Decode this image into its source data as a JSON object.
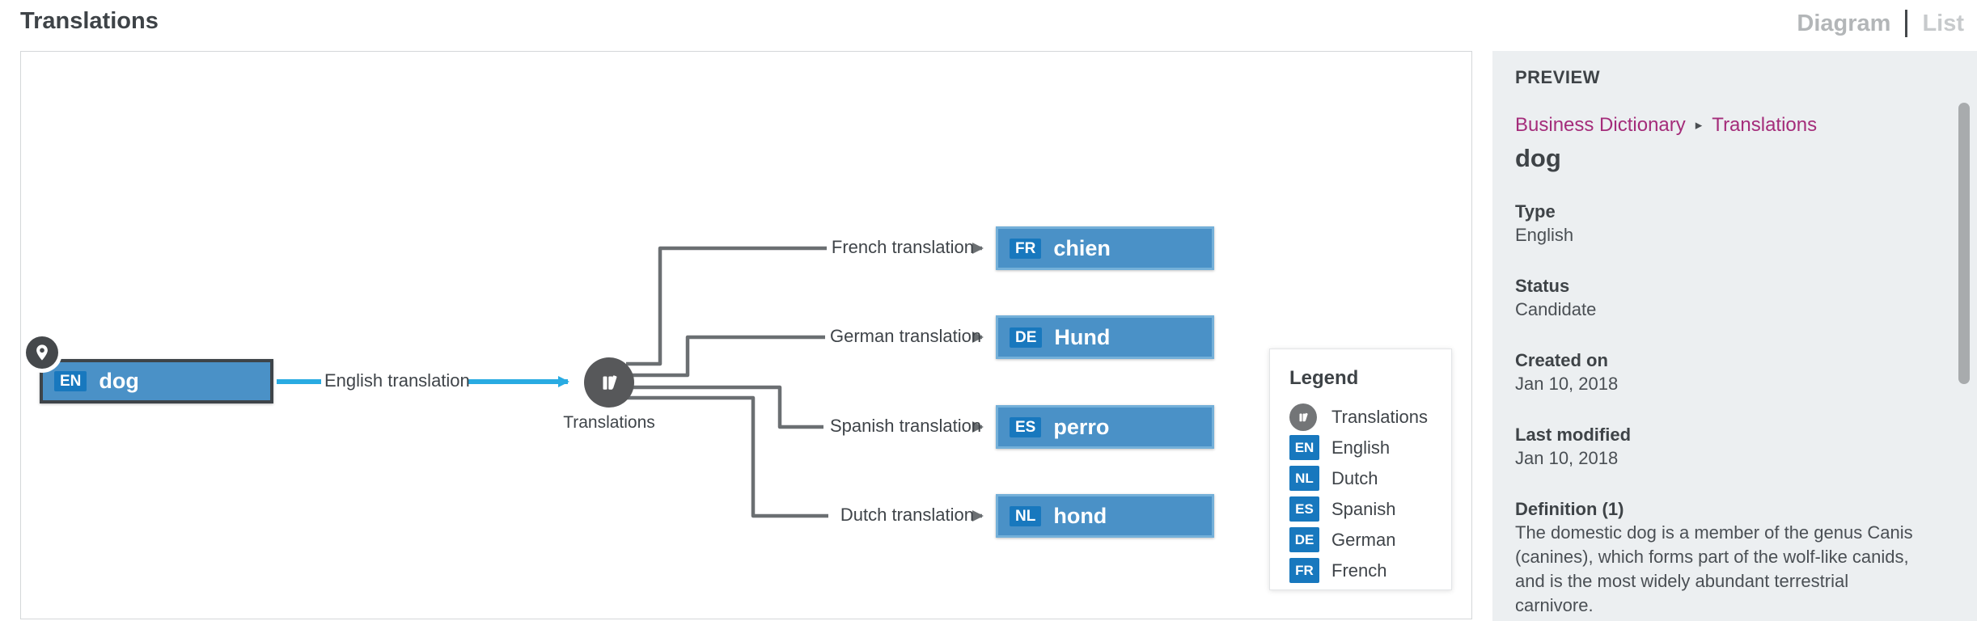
{
  "header": {
    "title": "Translations",
    "view_toggle": {
      "diagram_label": "Diagram",
      "list_label": "List"
    }
  },
  "diagram": {
    "source_node": {
      "lang_code": "EN",
      "term": "dog"
    },
    "source_edge_label": "English translation",
    "hub": {
      "label": "Translations"
    },
    "branches": [
      {
        "edge_label": "French translation",
        "lang_code": "FR",
        "term": "chien"
      },
      {
        "edge_label": "German translation",
        "lang_code": "DE",
        "term": "Hund"
      },
      {
        "edge_label": "Spanish translation",
        "lang_code": "ES",
        "term": "perro"
      },
      {
        "edge_label": "Dutch translation",
        "lang_code": "NL",
        "term": "hond"
      }
    ],
    "legend": {
      "title": "Legend",
      "items": [
        {
          "icon": "books-circle-icon",
          "badge": "",
          "label": "Translations"
        },
        {
          "icon": "lang-badge",
          "badge": "EN",
          "label": "English"
        },
        {
          "icon": "lang-badge",
          "badge": "NL",
          "label": "Dutch"
        },
        {
          "icon": "lang-badge",
          "badge": "ES",
          "label": "Spanish"
        },
        {
          "icon": "lang-badge",
          "badge": "DE",
          "label": "German"
        },
        {
          "icon": "lang-badge",
          "badge": "FR",
          "label": "French"
        }
      ]
    }
  },
  "preview": {
    "title": "PREVIEW",
    "breadcrumb": {
      "items": [
        "Business Dictionary",
        "Translations"
      ],
      "separator": "▸"
    },
    "asset_name": "dog",
    "fields": [
      {
        "label": "Type",
        "value": "English"
      },
      {
        "label": "Status",
        "value": "Candidate"
      },
      {
        "label": "Created on",
        "value": "Jan 10, 2018"
      },
      {
        "label": "Last modified",
        "value": "Jan 10, 2018"
      },
      {
        "label": "Definition (1)",
        "value": "The domestic dog is a member of the genus Canis (canines), which forms part of the wolf-like canids, and is the most widely abundant terrestrial carnivore."
      }
    ]
  },
  "colors": {
    "node_blue": "#4a91c7",
    "badge_blue": "#1878be",
    "edge_blue": "#29abe2",
    "connector_gray": "#6b6f72",
    "hub_gray": "#57585a",
    "breadcrumb_magenta": "#a42c7a",
    "sidebar_bg": "#eceff1"
  }
}
